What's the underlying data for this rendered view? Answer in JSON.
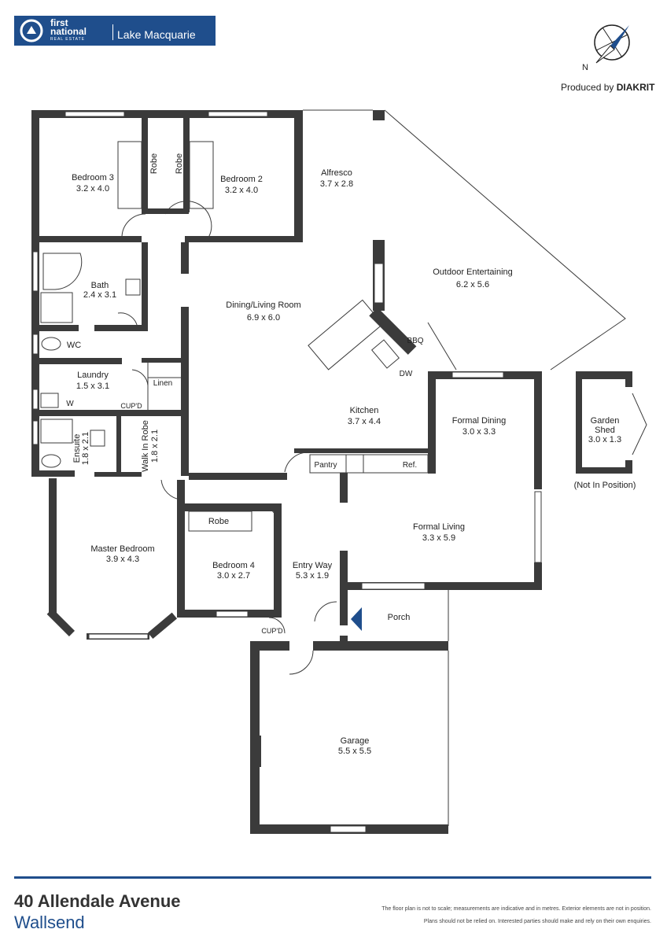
{
  "header": {
    "brand_line1": "first",
    "brand_line2": "national",
    "brand_line3": "REAL ESTATE",
    "office": "Lake Macquarie",
    "compass_label": "N",
    "produced_prefix": "Produced by",
    "produced_brand": "DIAKRIT"
  },
  "rooms": {
    "bedroom3": {
      "name": "Bedroom 3",
      "dims": "3.2 x 4.0"
    },
    "bedroom2": {
      "name": "Bedroom 2",
      "dims": "3.2 x 4.0"
    },
    "alfresco": {
      "name": "Alfresco",
      "dims": "3.7 x 2.8"
    },
    "outdoor": {
      "name": "Outdoor Entertaining",
      "dims": "6.2 x 5.6"
    },
    "bath": {
      "name": "Bath",
      "dims": "2.4 x 3.1"
    },
    "dining_living": {
      "name": "Dining/Living Room",
      "dims": "6.9 x 6.0"
    },
    "laundry": {
      "name": "Laundry",
      "dims": "1.5 x 3.1"
    },
    "kitchen": {
      "name": "Kitchen",
      "dims": "3.7 x 4.4"
    },
    "formal_dining": {
      "name": "Formal Dining",
      "dims": "3.0 x 3.3"
    },
    "ensuite": {
      "name": "Ensuite",
      "dims": "1.8 x 2.1"
    },
    "walk_in_robe": {
      "name": "Walk In Robe",
      "dims": "1.8 x 2.1"
    },
    "garden_shed": {
      "name1": "Garden",
      "name2": "Shed",
      "dims": "3.0 x 1.3",
      "note": "(Not In Position)"
    },
    "master": {
      "name": "Master Bedroom",
      "dims": "3.9 x 4.3"
    },
    "bedroom4": {
      "name": "Bedroom 4",
      "dims": "3.0 x 2.7"
    },
    "entry": {
      "name": "Entry Way",
      "dims": "5.3 x 1.9"
    },
    "formal_living": {
      "name": "Formal Living",
      "dims": "3.3 x 5.9"
    },
    "porch": {
      "name": "Porch"
    },
    "garage": {
      "name": "Garage",
      "dims": "5.5 x 5.5"
    }
  },
  "fixtures": {
    "robe": "Robe",
    "wc": "WC",
    "linen": "Linen",
    "w": "W",
    "cupd": "CUP'D",
    "bbq": "BBQ",
    "dw": "DW",
    "pantry": "Pantry",
    "ref": "Ref."
  },
  "footer": {
    "address_line1": "40 Allendale Avenue",
    "address_line2": "Wallsend",
    "disclaimer1": "The floor plan is not to scale; measurements are indicative and in metres. Exterior elements are not in position.",
    "disclaimer2": "Plans should not be relied on. Interested parties should make and rely on their own enquiries."
  },
  "colors": {
    "wall": "#3b3b3b",
    "brand": "#1f4e8c",
    "arrow": "#1f4e8c"
  }
}
